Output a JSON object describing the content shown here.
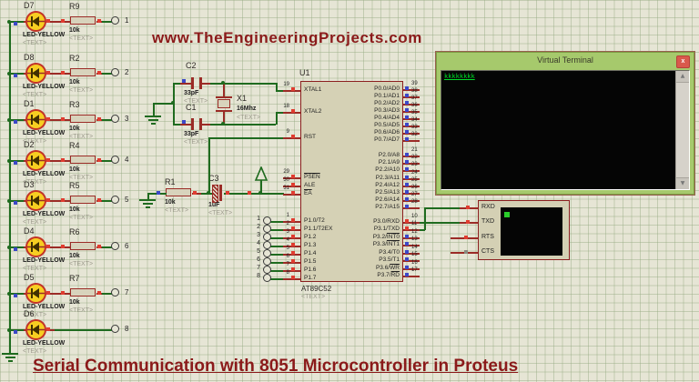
{
  "header": {
    "site": "www.TheEngineeringProjects.com"
  },
  "footer": {
    "title": "Serial Communication with 8051 Microcontroller in Proteus"
  },
  "led_rows": [
    {
      "ref": "D7",
      "type": "LED-YELLOW",
      "placeholder": "<TEXT>",
      "res_ref": "R9",
      "res_val": "10k",
      "res_placeholder": "<TEXT>",
      "terminal": "1"
    },
    {
      "ref": "D8",
      "type": "LED-YELLOW",
      "placeholder": "<TEXT>",
      "res_ref": "R2",
      "res_val": "10k",
      "res_placeholder": "<TEXT>",
      "terminal": "2"
    },
    {
      "ref": "D1",
      "type": "LED-YELLOW",
      "placeholder": "<TEXT>",
      "res_ref": "R3",
      "res_val": "10k",
      "res_placeholder": "<TEXT>",
      "terminal": "3"
    },
    {
      "ref": "D2",
      "type": "LED-YELLOW",
      "placeholder": "<TEXT>",
      "res_ref": "R4",
      "res_val": "10k",
      "res_placeholder": "<TEXT>",
      "terminal": "4"
    },
    {
      "ref": "D3",
      "type": "LED-YELLOW",
      "placeholder": "<TEXT>",
      "res_ref": "R5",
      "res_val": "10k",
      "res_placeholder": "<TEXT>",
      "terminal": "5"
    },
    {
      "ref": "D4",
      "type": "LED-YELLOW",
      "placeholder": "<TEXT>",
      "res_ref": "R6",
      "res_val": "10k",
      "res_placeholder": "<TEXT>",
      "terminal": "6"
    },
    {
      "ref": "D5",
      "type": "LED-YELLOW",
      "placeholder": "<TEXT>",
      "res_ref": "R7",
      "res_val": "10k",
      "res_placeholder": "<TEXT>",
      "terminal": "7"
    },
    {
      "ref": "D6",
      "type": "LED-YELLOW",
      "placeholder": "<TEXT>",
      "res_ref": null,
      "res_val": null,
      "res_placeholder": null,
      "terminal": "8"
    }
  ],
  "osc": {
    "c2": {
      "ref": "C2",
      "val": "33pF",
      "placeholder": "<TEXT>"
    },
    "c1": {
      "ref": "C1",
      "val": "33pF",
      "placeholder": "<TEXT>"
    },
    "x1": {
      "ref": "X1",
      "val": "16Mhz",
      "placeholder": "<TEXT>"
    }
  },
  "reset": {
    "r1": {
      "ref": "R1",
      "val": "10k",
      "placeholder": "<TEXT>"
    },
    "c3": {
      "ref": "C3",
      "val": "1uF",
      "placeholder": "<TEXT>"
    }
  },
  "mcu": {
    "ref": "U1",
    "part": "AT89C52",
    "placeholder": "<TEXT>",
    "left_pins": [
      {
        "num": "19",
        "pre": "XTAL1",
        "ov": ""
      },
      {
        "num": "18",
        "pre": "XTAL2",
        "ov": ""
      },
      {
        "num": "9",
        "pre": "RST",
        "ov": ""
      },
      {
        "num": "29",
        "pre": "",
        "ov": "PSEN"
      },
      {
        "num": "30",
        "pre": "ALE",
        "ov": ""
      },
      {
        "num": "31",
        "pre": "",
        "ov": "EA"
      },
      {
        "num": "1",
        "pre": "P1.0/T2",
        "ov": ""
      },
      {
        "num": "2",
        "pre": "P1.1/T2EX",
        "ov": ""
      },
      {
        "num": "3",
        "pre": "P1.2",
        "ov": ""
      },
      {
        "num": "4",
        "pre": "P1.3",
        "ov": ""
      },
      {
        "num": "5",
        "pre": "P1.4",
        "ov": ""
      },
      {
        "num": "6",
        "pre": "P1.5",
        "ov": ""
      },
      {
        "num": "7",
        "pre": "P1.6",
        "ov": ""
      },
      {
        "num": "8",
        "pre": "P1.7",
        "ov": ""
      }
    ],
    "right_pins": [
      {
        "num": "39",
        "pre": "P0.0/AD0",
        "ov": "",
        "sq": "blue"
      },
      {
        "num": "38",
        "pre": "P0.1/AD1",
        "ov": "",
        "sq": "blue"
      },
      {
        "num": "37",
        "pre": "P0.2/AD2",
        "ov": "",
        "sq": "blue"
      },
      {
        "num": "36",
        "pre": "P0.3/AD3",
        "ov": "",
        "sq": "blue"
      },
      {
        "num": "35",
        "pre": "P0.4/AD4",
        "ov": "",
        "sq": "blue"
      },
      {
        "num": "34",
        "pre": "P0.5/AD5",
        "ov": "",
        "sq": "blue"
      },
      {
        "num": "33",
        "pre": "P0.6/AD6",
        "ov": "",
        "sq": "blue"
      },
      {
        "num": "32",
        "pre": "P0.7/AD7",
        "ov": "",
        "sq": "blue"
      },
      {
        "num": "21",
        "pre": "P2.0/A8",
        "ov": "",
        "sq": "blue"
      },
      {
        "num": "22",
        "pre": "P2.1/A9",
        "ov": "",
        "sq": "blue"
      },
      {
        "num": "23",
        "pre": "P2.2/A10",
        "ov": "",
        "sq": "blue"
      },
      {
        "num": "24",
        "pre": "P2.3/A11",
        "ov": "",
        "sq": "blue"
      },
      {
        "num": "25",
        "pre": "P2.4/A12",
        "ov": "",
        "sq": "blue"
      },
      {
        "num": "26",
        "pre": "P2.5/A13",
        "ov": "",
        "sq": "blue"
      },
      {
        "num": "27",
        "pre": "P2.6/A14",
        "ov": "",
        "sq": "blue"
      },
      {
        "num": "28",
        "pre": "P2.7/A15",
        "ov": "",
        "sq": "blue"
      },
      {
        "num": "10",
        "pre": "P3.0/RXD",
        "ov": "",
        "sq": "red"
      },
      {
        "num": "11",
        "pre": "P3.1/TXD",
        "ov": "",
        "sq": "red"
      },
      {
        "num": "12",
        "pre": "P3.2/",
        "ov": "INT0",
        "sq": "blue"
      },
      {
        "num": "13",
        "pre": "P3.3/",
        "ov": "INT1",
        "sq": "blue"
      },
      {
        "num": "14",
        "pre": "P3.4/T0",
        "ov": "",
        "sq": "blue"
      },
      {
        "num": "15",
        "pre": "P3.5/T1",
        "ov": "",
        "sq": "blue"
      },
      {
        "num": "16",
        "pre": "P3.6/",
        "ov": "WR",
        "sq": "blue"
      },
      {
        "num": "17",
        "pre": "P3.7/",
        "ov": "RD",
        "sq": "blue"
      }
    ],
    "p1_terminals": [
      "1",
      "2",
      "3",
      "4",
      "5",
      "6",
      "7",
      "8"
    ]
  },
  "terminal_window": {
    "title": "Virtual Terminal",
    "close_label": "x",
    "screen_text": "kkkkkkkk"
  },
  "serial_device": {
    "pins": [
      "RXD",
      "TXD",
      "RTS",
      "CTS"
    ]
  }
}
